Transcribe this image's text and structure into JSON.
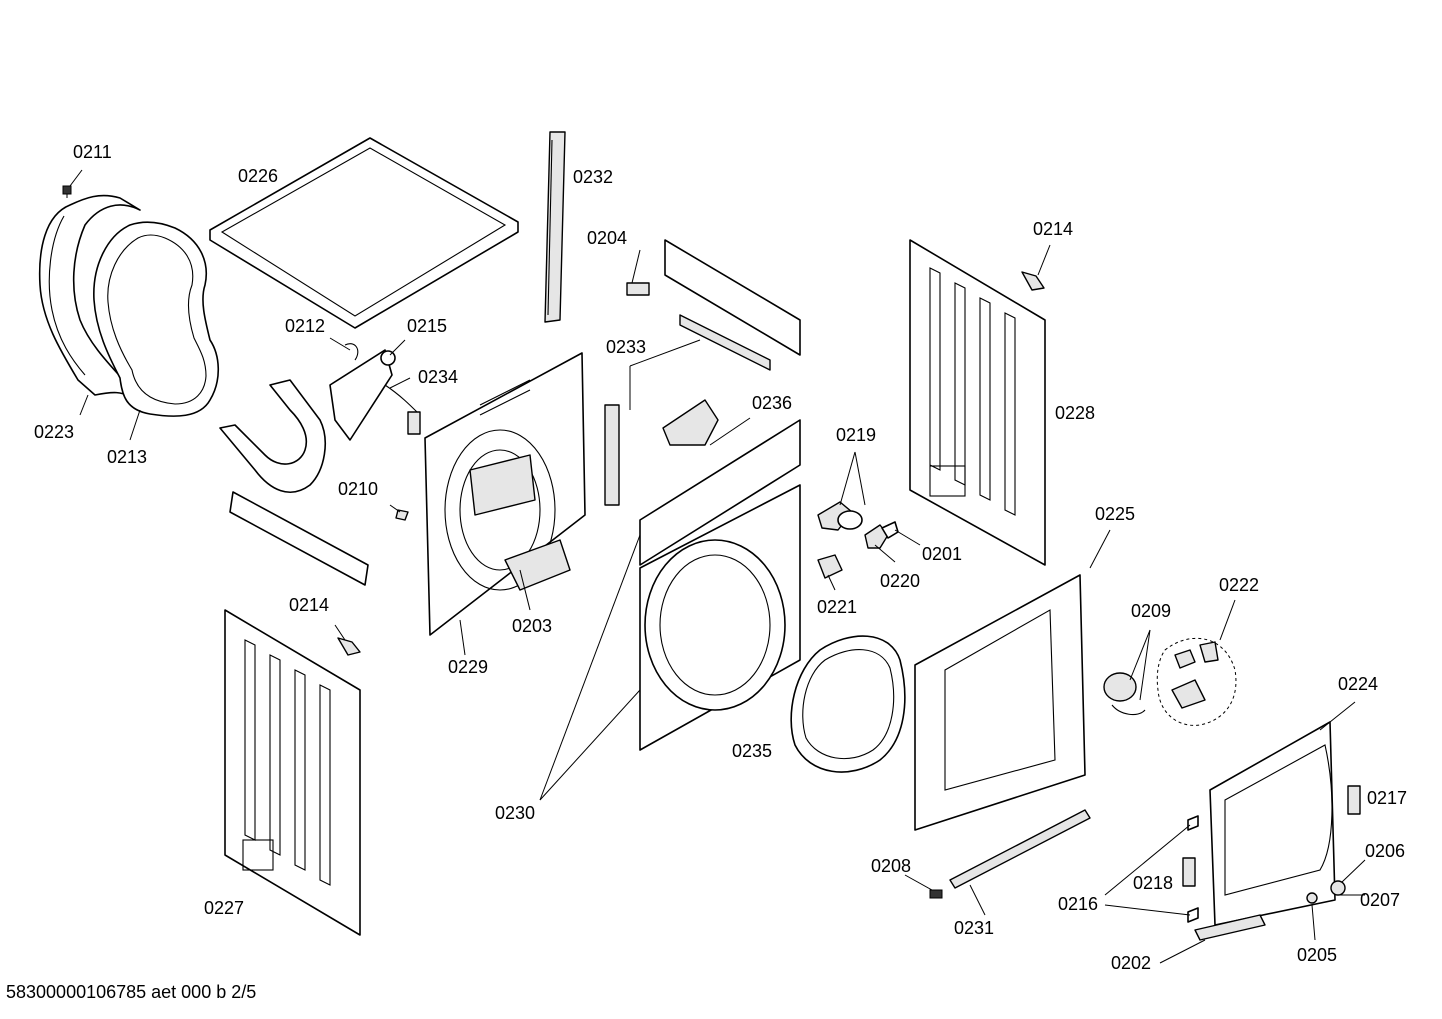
{
  "labels": {
    "p0211": "0211",
    "p0226": "0226",
    "p0232": "0232",
    "p0204": "0204",
    "p0214a": "0214",
    "p0212": "0212",
    "p0215": "0215",
    "p0234": "0234",
    "p0233": "0233",
    "p0236": "0236",
    "p0228": "0228",
    "p0223": "0223",
    "p0213": "0213",
    "p0219": "0219",
    "p0210": "0210",
    "p0201": "0201",
    "p0225": "0225",
    "p0220": "0220",
    "p0203": "0203",
    "p0221": "0221",
    "p0214b": "0214",
    "p0222": "0222",
    "p0209": "0209",
    "p0229": "0229",
    "p0224": "0224",
    "p0235": "0235",
    "p0217": "0217",
    "p0230": "0230",
    "p0206": "0206",
    "p0208": "0208",
    "p0218": "0218",
    "p0216": "0216",
    "p0207": "0207",
    "p0227": "0227",
    "p0231": "0231",
    "p0205": "0205",
    "p0202": "0202"
  },
  "footer": "58300000106785 aet 000 b 2/5"
}
